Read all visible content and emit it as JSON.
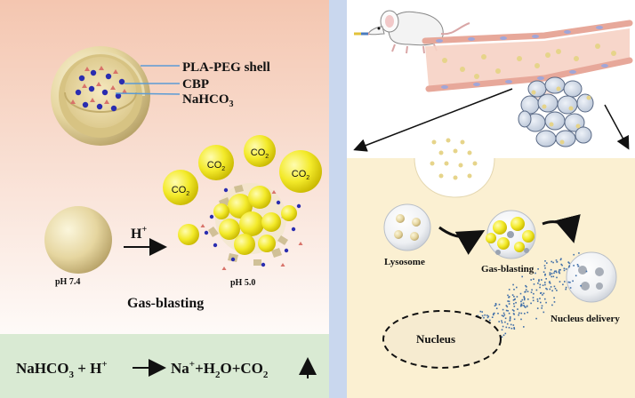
{
  "left_panel": {
    "shell_label": "PLA-PEG shell",
    "cbp_label": "CBP",
    "nahco3_label_main": "NaHCO",
    "nahco3_label_sub": "3",
    "bubble_text_main": "CO",
    "bubble_text_sub": "2",
    "proton_label_main": "H",
    "proton_label_sup": "+",
    "ph_before": "pH 7.4",
    "ph_after": "pH 5.0",
    "process_title": "Gas-blasting"
  },
  "equation": {
    "reactant1_main": "NaHCO",
    "reactant1_sub": "3",
    "plus1": "+ H",
    "plus1_sup": "+",
    "product_na": "Na",
    "product_na_sup": "+",
    "product_rest_a": "+H",
    "product_rest_a_sub": "2",
    "product_rest_b": "O+CO",
    "product_rest_b_sub": "2"
  },
  "right_panel": {
    "lysosome_label": "Lysosome",
    "gas_blasting_label": "Gas-blasting",
    "nucleus_delivery_label": "Nucleus delivery",
    "nucleus_label": "Nucleus"
  },
  "colors": {
    "left_top_bg_top": "#f4c6b0",
    "left_top_bg_bottom": "#fdf6f3",
    "equation_bg": "#d9ead3",
    "divider": "#c9d7ee",
    "right_bottom_bg": "#fbf0d2",
    "bubble_yellow": "#f3ea2a",
    "shell_beige": "#e9dcae",
    "cbp_blue": "#2a2db0",
    "cbp_red": "#d8736a",
    "arrow_blue": "#5b9bd5",
    "dna_blue": "#3f6ea8"
  }
}
